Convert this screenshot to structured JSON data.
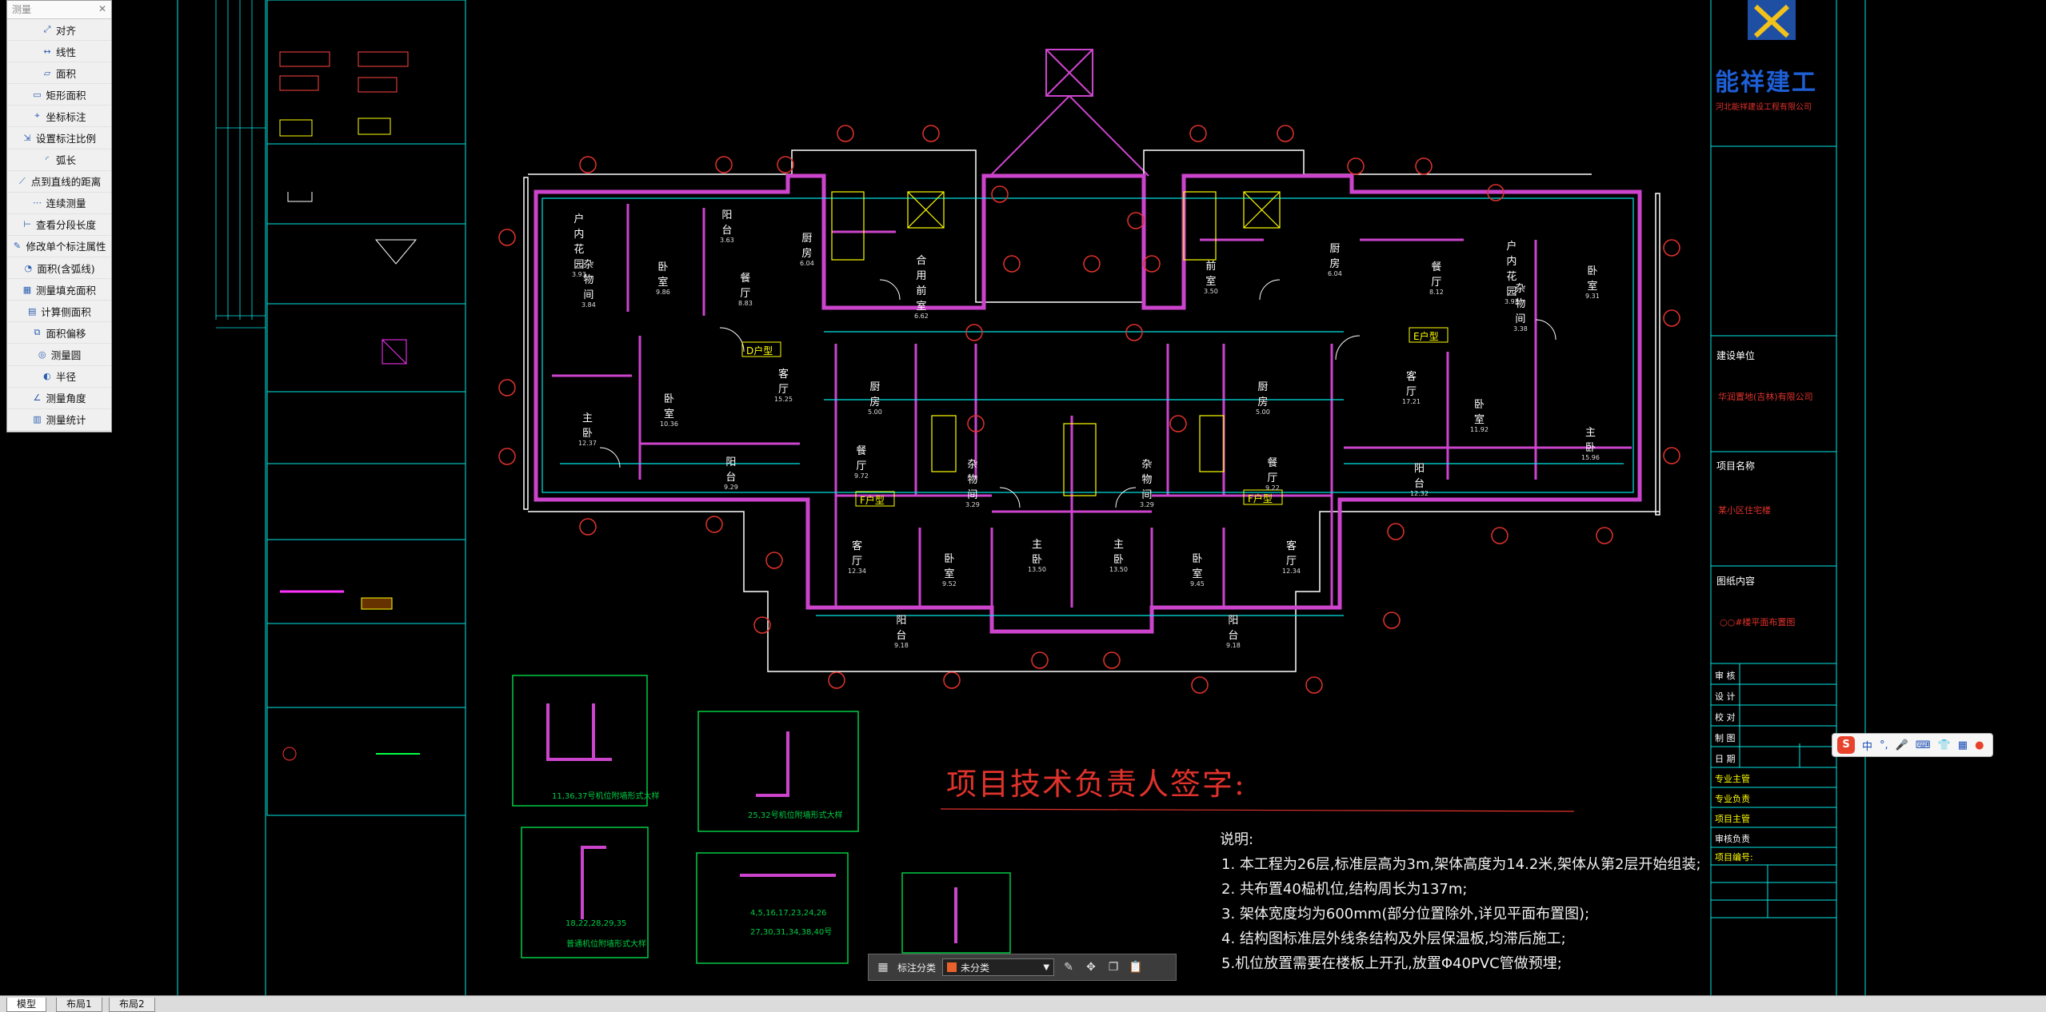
{
  "measure_panel": {
    "title": "测量",
    "items": [
      "对齐",
      "线性",
      "面积",
      "矩形面积",
      "坐标标注",
      "设置标注比例",
      "弧长",
      "点到直线的距离",
      "连续测量",
      "查看分段长度",
      "修改单个标注属性",
      "面积(含弧线)",
      "测量填充面积",
      "计算侧面积",
      "面积偏移",
      "测量圆",
      "半径",
      "测量角度",
      "测量统计"
    ],
    "icons": [
      "align-icon",
      "linear-icon",
      "area-icon",
      "rect-area-icon",
      "coord-icon",
      "scale-icon",
      "arc-icon",
      "point-line-icon",
      "continuous-icon",
      "segment-icon",
      "edit-dim-icon",
      "arc-area-icon",
      "hatch-area-icon",
      "side-area-icon",
      "offset-icon",
      "circle-icon",
      "radius-icon",
      "angle-icon",
      "stats-icon"
    ]
  },
  "tabs": [
    "模型",
    "布局1",
    "布局2"
  ],
  "annotation_toolbar": {
    "label": "标注分类",
    "category": "未分类"
  },
  "ime": {
    "lang": "中",
    "punct": "°,"
  },
  "plan": {
    "signature_label": "项目技术负责人签字:",
    "notes_title": "说明:",
    "notes": [
      "1. 本工程为26层,标准层高为3m,架体高度为14.2米,架体从第2层开始组装;",
      "2. 共布置40榀机位,结构周长为137m;",
      "3. 架体宽度均为600mm(部分位置除外,详见平面布置图);",
      "4. 结构图标准层外线条结构及外层保温板,均滞后施工;",
      "5.机位放置需要在楼板上开孔,放置Φ40PVC管做预埋;"
    ],
    "rooms": [
      {
        "name": "户内花园",
        "area": "3.93"
      },
      {
        "name": "杂物间",
        "area": "3.84"
      },
      {
        "name": "卧室",
        "area": "9.86"
      },
      {
        "name": "阳台",
        "area": "3.63"
      },
      {
        "name": "餐厅",
        "area": "8.83"
      },
      {
        "name": "厨房",
        "area": "6.04"
      },
      {
        "name": "合用前室",
        "area": "6.62"
      },
      {
        "name": "前室",
        "area": "3.50"
      },
      {
        "name": "厨房",
        "area": "6.04"
      },
      {
        "name": "餐厅",
        "area": "8.12"
      },
      {
        "name": "户内花园",
        "area": "3.93"
      },
      {
        "name": "杂物间",
        "area": "3.38"
      },
      {
        "name": "卧室",
        "area": "9.31"
      },
      {
        "name": "客厅",
        "area": "15.25"
      },
      {
        "name": "卧室",
        "area": "10.36"
      },
      {
        "name": "主卧",
        "area": "12.37"
      },
      {
        "name": "阳台",
        "area": "9.29"
      },
      {
        "name": "客厅",
        "area": "17.21"
      },
      {
        "name": "卧室",
        "area": "11.92"
      },
      {
        "name": "主卧",
        "area": "15.96"
      },
      {
        "name": "阳台",
        "area": "12.32"
      },
      {
        "name": "厨房",
        "area": "5.00"
      },
      {
        "name": "厨房",
        "area": "5.00"
      },
      {
        "name": "杂物间",
        "area": "3.29"
      },
      {
        "name": "杂物间",
        "area": "3.29"
      },
      {
        "name": "餐厅",
        "area": "9.72"
      },
      {
        "name": "餐厅",
        "area": "9.22"
      },
      {
        "name": "客厅",
        "area": "12.34"
      },
      {
        "name": "卧室",
        "area": "9.52"
      },
      {
        "name": "主卧",
        "area": "13.50"
      },
      {
        "name": "主卧",
        "area": "13.50"
      },
      {
        "name": "卧室",
        "area": "9.45"
      },
      {
        "name": "客厅",
        "area": "12.34"
      },
      {
        "name": "阳台",
        "area": "9.18"
      },
      {
        "name": "阳台",
        "area": "9.18"
      }
    ],
    "unit_labels": [
      "D户型",
      "E户型",
      "F户型",
      "F户型"
    ],
    "detail_labels": [
      "11,36,37号机位附墙形式大样",
      "25,32号机位附墙形式大样",
      "18,22,28,29,35",
      "4,5,16,17,23,24,26",
      "27,30,31,34,38,40号",
      "普通机位附墙形式大样"
    ]
  },
  "title_block": {
    "company_cn": "能祥建工",
    "company_sub": "河北能祥建设工程有限公司",
    "sections": [
      "建设单位",
      "项目名称",
      "图纸内容"
    ],
    "client": "华润置地(吉林)有限公司",
    "project": "某小区住宅楼",
    "content": "○○#楼平面布置图",
    "sign_rows": [
      "审 核",
      "设 计",
      "校 对",
      "制 图",
      "日 期",
      "专业主管",
      "专业负责",
      "项目主管",
      "审核负责",
      "项目编号:"
    ]
  },
  "colors": {
    "bg": "#000000",
    "wall": "#cc44cc",
    "dim": "#ffffff",
    "axis": "#e0322c",
    "grid": "#00e6e6",
    "accent": "#ffff00",
    "green": "#00cc44",
    "blue": "#3355ff"
  }
}
